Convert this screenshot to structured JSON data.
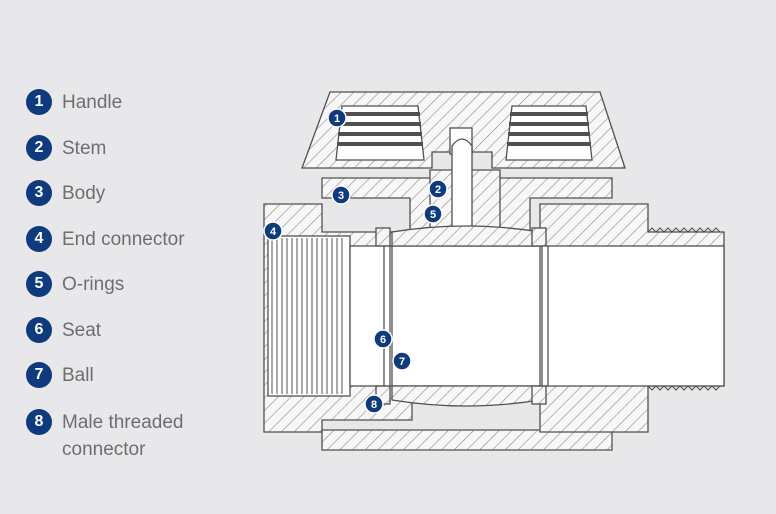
{
  "legend": {
    "items": [
      {
        "number": "1",
        "label": "Handle"
      },
      {
        "number": "2",
        "label": "Stem"
      },
      {
        "number": "3",
        "label": "Body"
      },
      {
        "number": "4",
        "label": "End connector"
      },
      {
        "number": "5",
        "label": "O-rings"
      },
      {
        "number": "6",
        "label": "Seat"
      },
      {
        "number": "7",
        "label": "Ball"
      },
      {
        "number": "8",
        "label": "Male threaded connector"
      }
    ]
  },
  "callouts": [
    "1",
    "2",
    "3",
    "4",
    "5",
    "6",
    "7",
    "8"
  ],
  "colors": {
    "badge": "#0d3b7e",
    "label_text": "#6e6e70",
    "background": "#e8e8ea",
    "drawing_line": "#505050"
  }
}
